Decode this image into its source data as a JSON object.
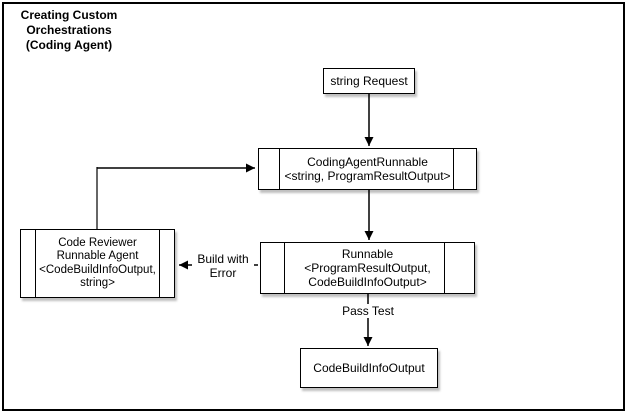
{
  "title": {
    "lines": [
      "Creating Custom",
      "Orchestrations",
      "(Coding Agent)"
    ]
  },
  "nodes": {
    "request": {
      "label": "string Request"
    },
    "coding_agent": {
      "lines": [
        "CodingAgentRunnable",
        "<string, ProgramResultOutput>"
      ]
    },
    "runnable": {
      "lines": [
        "Runnable",
        "<ProgramResultOutput,",
        "CodeBuildInfoOutput>"
      ]
    },
    "code_reviewer": {
      "lines": [
        "Code Reviewer",
        "Runnable Agent",
        "<CodeBuildInfoOutput,",
        "string>"
      ]
    },
    "output": {
      "label": "CodeBuildInfoOutput"
    }
  },
  "edges": {
    "build_with_error": {
      "label_line1": "Build with",
      "label_line2": "Error"
    },
    "pass_test": {
      "label": "Pass Test"
    }
  },
  "colors": {
    "stroke": "#000000",
    "node_fill": "#ffffff",
    "gray_connector": "#666666",
    "background": "#ffffff"
  }
}
